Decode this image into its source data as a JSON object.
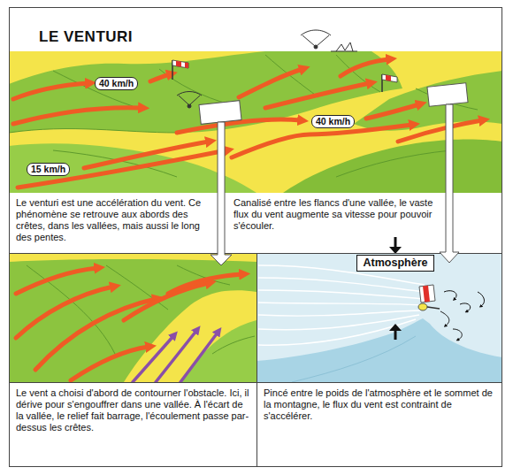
{
  "diagram": {
    "title": "LE VENTURI",
    "nodes": [
      {
        "text": [
          "Le venturi est une accélération du vent. Ce phénomène se retrouve aux abords des crêtes, dans les vallées, mais aussi le long des pentes."
        ]
      },
      {
        "text": [
          "Canalisé entre les flancs d'une vallée, le vaste flux du vent augmente sa vitesse pour pouvoir s'écouler."
        ]
      },
      {
        "text": [
          "Atmosphère"
        ]
      },
      {
        "text": [
          "Le vent a choisi d'abord de contourner l'obstacle. Ici, il dérive pour s'engouffrer dans une vallée. À l'écart de la vallée, le relief fait barrage, l'écoulement passe par-dessus les crêtes."
        ]
      },
      {
        "text": [
          "Pincé entre le poids de l'atmosphère et le sommet de la montagne, le flux du vent est contraint de s'accélérer."
        ]
      }
    ],
    "labels": [
      "40 km/h",
      "40 km/h",
      "15 km/h"
    ]
  }
}
